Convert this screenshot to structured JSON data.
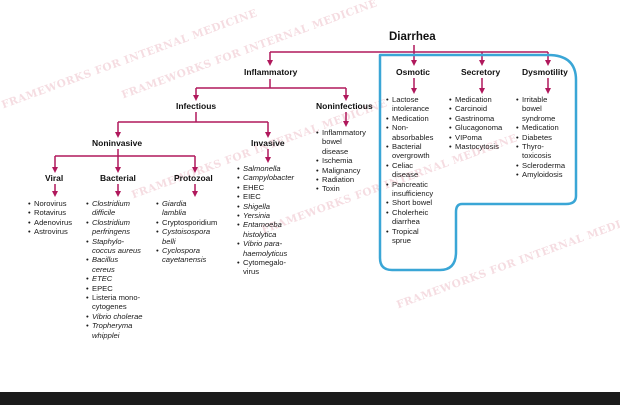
{
  "nodes": {
    "root": "Diarrhea",
    "inflammatory": "Inflammatory",
    "infectious": "Infectious",
    "noninfectious": "Noninfectious",
    "noninvasive": "Noninvasive",
    "invasive": "Invasive",
    "viral": "Viral",
    "bacterial": "Bacterial",
    "protozoal": "Protozoal",
    "osmotic": "Osmotic",
    "secretory": "Secretory",
    "dysmotility": "Dysmotility"
  },
  "lists": {
    "viral": [
      "Norovirus",
      "Rotavirus",
      "Adenovirus",
      "Astrovirus"
    ],
    "bacterial": [
      [
        "Clostridium",
        "difficile"
      ],
      [
        "Clostridium",
        "perfringens"
      ],
      [
        "Staphylo-",
        "coccus aureus"
      ],
      [
        "Bacillus",
        "cereus"
      ],
      "ETEC",
      "EPEC",
      [
        "Listeria mono-",
        "cytogenes"
      ],
      "Vibrio cholerae",
      [
        "Tropheryma",
        "whipplei"
      ]
    ],
    "protozoal": [
      [
        "Giardia",
        "lamblia"
      ],
      "Cryptosporidium",
      [
        "Cystoisospora",
        "belli"
      ],
      [
        "Cyclospora",
        "cayetanensis"
      ]
    ],
    "invasive": [
      "Salmonella",
      "Campylobacter",
      "EHEC",
      "EIEC",
      "Shigella",
      "Yersinia",
      [
        "Entamoeba",
        "histolytica"
      ],
      [
        "Vibrio para-",
        "haemolyticus"
      ],
      [
        "Cytomegalo-",
        "virus"
      ]
    ],
    "noninfectious": [
      [
        "Inflammatory",
        "bowel",
        "disease"
      ],
      "Ischemia",
      "Malignancy",
      "Radiation",
      "Toxin"
    ],
    "osmotic": [
      [
        "Lactose",
        "intolerance"
      ],
      "Medication",
      [
        "Non-",
        "absorbables"
      ],
      [
        "Bacterial",
        "overgrowth"
      ],
      [
        "Celiac",
        "disease"
      ],
      [
        "Pancreatic",
        "insufficiency"
      ],
      "Short bowel",
      [
        "Cholerheic",
        "diarrhea"
      ],
      [
        "Tropical",
        "sprue"
      ]
    ],
    "secretory": [
      "Medication",
      "Carcinoid",
      "Gastrinoma",
      "Glucagonoma",
      "VIPoma",
      "Mastocytosis"
    ],
    "dysmotility": [
      [
        "Irritable",
        "bowel",
        "syndrome"
      ],
      "Medication",
      "Diabetes",
      [
        "Thyro-",
        "toxicosis"
      ],
      "Scleroderma",
      "Amyloidosis"
    ]
  },
  "watermark": "FRAMEWORKS FOR INTERNAL MEDICINE",
  "colors": {
    "connector": "#b0185c",
    "highlight": "#3aa6d6",
    "watermark": "#c83c5a"
  }
}
